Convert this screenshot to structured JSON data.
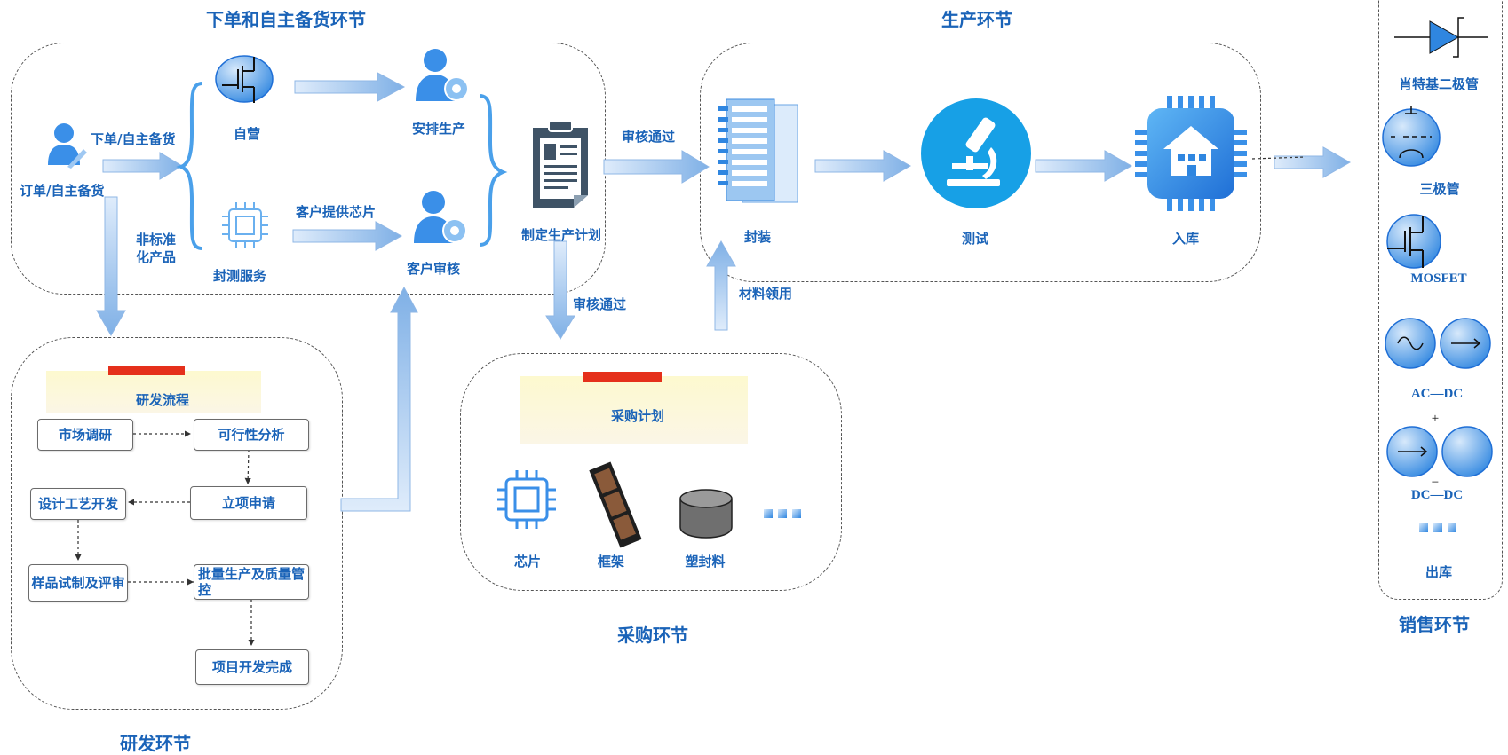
{
  "sections": {
    "order": "下单和自主备货环节",
    "production": "生产环节",
    "rd": "研发环节",
    "purchase": "采购环节",
    "sales": "销售环节"
  },
  "order": {
    "customer": "订单/自主备货",
    "order_arrow": "下单/自主备货",
    "self_run": "自营",
    "service": "封测服务",
    "arrange": "安排生产",
    "chip_provided": "客户提供芯片",
    "customer_review": "客户审核",
    "plan": "制定生产计划",
    "nonstandard": "非标准\n化产品",
    "approved_production": "审核通过",
    "approved_purchase": "审核通过"
  },
  "production": {
    "package": "封装",
    "test": "测试",
    "store": "入库",
    "material": "材料领用"
  },
  "rd": {
    "note": "研发流程",
    "steps": {
      "market": "市场调研",
      "feasibility": "可行性分析",
      "approval": "立项申请",
      "design": "设计工艺开发",
      "sample": "样品试制及评审",
      "mass": "批量生产及质量管控",
      "done": "项目开发完成"
    }
  },
  "purchase": {
    "note": "采购计划",
    "items": [
      "芯片",
      "框架",
      "塑封料"
    ]
  },
  "sales": {
    "items": [
      "肖特基二极管",
      "三极管",
      "MOSFET",
      "AC—DC",
      "DC—DC",
      "出库"
    ],
    "plus": "+",
    "minus": "−"
  },
  "colors": {
    "accent": "#1a63b8",
    "arrow_light": "#dceafa",
    "arrow_dark": "#7fb0e6",
    "icon_blue": "#2f86e0",
    "tape": "#e5301b"
  }
}
